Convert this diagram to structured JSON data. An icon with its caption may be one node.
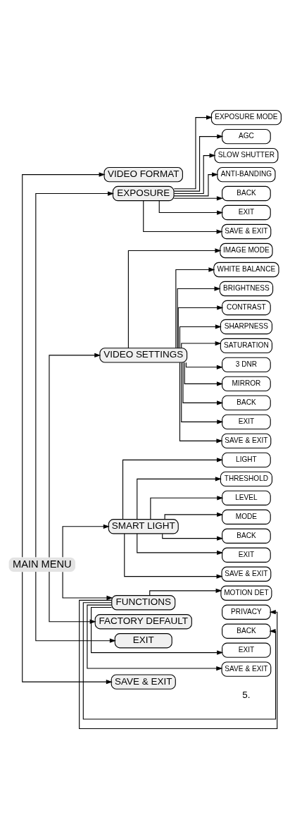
{
  "diagram": {
    "nodes": [
      {
        "text": [
          "MAIN MENU"
        ]
      },
      {
        "text": [
          "VIDEO FORMAT"
        ]
      },
      {
        "text": [
          "EXPOSURE"
        ]
      },
      {
        "text": [
          "EXPOSURE MODE"
        ]
      },
      {
        "text": [
          "AGC"
        ]
      },
      {
        "text": [
          "SLOW SHUTTER"
        ]
      },
      {
        "text": [
          "ANTI-BANDING"
        ]
      },
      {
        "text": [
          "BACK"
        ]
      },
      {
        "text": [
          "EXIT"
        ]
      },
      {
        "text": [
          "SAVE & EXIT"
        ]
      },
      {
        "text": [
          "VIDEO SETTINGS"
        ]
      },
      {
        "text": [
          "IMAGE MODE"
        ]
      },
      {
        "text": [
          "WHITE BALANCE"
        ]
      },
      {
        "text": [
          "BRIGHTNESS"
        ]
      },
      {
        "text": [
          "CONTRAST"
        ]
      },
      {
        "text": [
          "SHARPNESS"
        ]
      },
      {
        "text": [
          "SATURATION"
        ]
      },
      {
        "text": [
          "3 DNR"
        ]
      },
      {
        "text": [
          "MIRROR"
        ]
      },
      {
        "text": [
          "BACK"
        ]
      },
      {
        "text": [
          "EXIT"
        ]
      },
      {
        "text": [
          "SAVE & EXIT"
        ]
      },
      {
        "text": [
          "SMART LIGHT"
        ]
      },
      {
        "text": [
          "LIGHT"
        ]
      },
      {
        "text": [
          "THRESHOLD"
        ]
      },
      {
        "text": [
          "LEVEL"
        ]
      },
      {
        "text": [
          "MODE"
        ]
      },
      {
        "text": [
          "BACK"
        ]
      },
      {
        "text": [
          "EXIT"
        ]
      },
      {
        "text": [
          "SAVE & EXIT"
        ]
      },
      {
        "text": [
          "FUNCTIONS"
        ]
      },
      {
        "text": [
          "MOTION DET"
        ]
      },
      {
        "text": [
          "PRIVACY"
        ]
      },
      {
        "text": [
          "BACK"
        ]
      },
      {
        "text": [
          "EXIT"
        ]
      },
      {
        "text": [
          "SAVE & EXIT"
        ]
      },
      {
        "text": [
          "FACTORY DEFAULT"
        ]
      },
      {
        "text": [
          "EXIT"
        ]
      },
      {
        "text": [
          "SAVE & EXIT"
        ]
      }
    ],
    "edges": [
      {
        "from": 0,
        "to": 1,
        "arrow": "to"
      },
      {
        "from": 0,
        "to": 2,
        "arrow": "to"
      },
      {
        "from": 2,
        "to": 3,
        "arrow": "to"
      },
      {
        "from": 2,
        "to": 4,
        "arrow": "to"
      },
      {
        "from": 2,
        "to": 5,
        "arrow": "to"
      },
      {
        "from": 2,
        "to": 6,
        "arrow": "to"
      },
      {
        "from": 2,
        "to": 7,
        "arrow": "to"
      },
      {
        "from": 2,
        "to": 8,
        "arrow": "to"
      },
      {
        "from": 2,
        "to": 9,
        "arrow": "to"
      },
      {
        "from": 0,
        "to": 10,
        "arrow": "to"
      },
      {
        "from": 10,
        "to": 11,
        "arrow": "to"
      },
      {
        "from": 10,
        "to": 12,
        "arrow": "to"
      },
      {
        "from": 10,
        "to": 13,
        "arrow": "to"
      },
      {
        "from": 10,
        "to": 14,
        "arrow": "to"
      },
      {
        "from": 10,
        "to": 15,
        "arrow": "to"
      },
      {
        "from": 10,
        "to": 16,
        "arrow": "to"
      },
      {
        "from": 10,
        "to": 17,
        "arrow": "to"
      },
      {
        "from": 10,
        "to": 18,
        "arrow": "to"
      },
      {
        "from": 10,
        "to": 19,
        "arrow": "to"
      },
      {
        "from": 10,
        "to": 20,
        "arrow": "to"
      },
      {
        "from": 10,
        "to": 21,
        "arrow": "to"
      },
      {
        "from": 0,
        "to": 22,
        "arrow": "to"
      },
      {
        "from": 22,
        "to": 23,
        "arrow": "to"
      },
      {
        "from": 22,
        "to": 24,
        "arrow": "to"
      },
      {
        "from": 22,
        "to": 25,
        "arrow": "to"
      },
      {
        "from": 22,
        "to": 26,
        "arrow": "to"
      },
      {
        "from": 22,
        "to": 27,
        "arrow": "to"
      },
      {
        "from": 22,
        "to": 28,
        "arrow": "to"
      },
      {
        "from": 22,
        "to": 29,
        "arrow": "to"
      },
      {
        "from": 0,
        "to": 30,
        "arrow": "to"
      },
      {
        "from": 30,
        "to": 31,
        "arrow": "to"
      },
      {
        "from": 30,
        "to": 32,
        "arrow": "to"
      },
      {
        "from": 30,
        "to": 33,
        "arrow": "to"
      },
      {
        "from": 30,
        "to": 34,
        "arrow": "to"
      },
      {
        "from": 30,
        "to": 35,
        "arrow": "to"
      },
      {
        "from": 0,
        "to": 36,
        "arrow": "to"
      },
      {
        "from": 0,
        "to": 37,
        "arrow": "to"
      },
      {
        "from": 0,
        "to": 38,
        "arrow": "to"
      }
    ],
    "labels": [
      "5."
    ]
  }
}
